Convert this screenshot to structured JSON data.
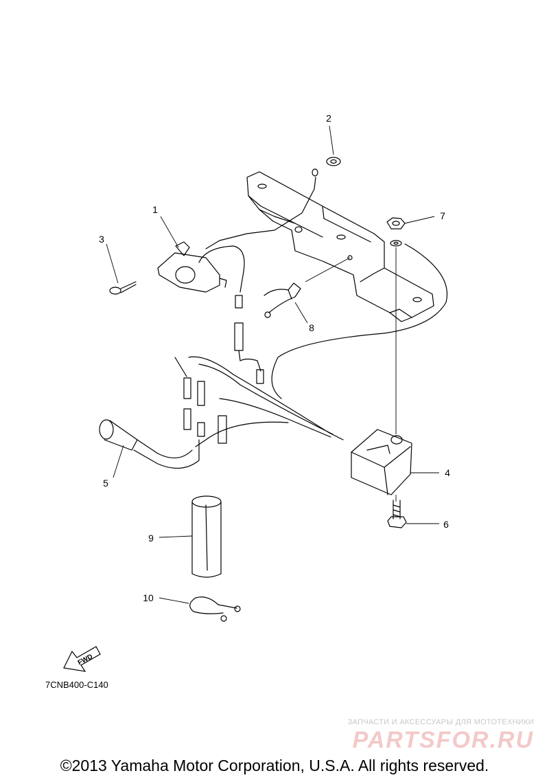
{
  "callouts": {
    "c1": "1",
    "c2": "2",
    "c3": "3",
    "c4": "4",
    "c5": "5",
    "c6": "6",
    "c7": "7",
    "c8": "8",
    "c9": "9",
    "c10": "10"
  },
  "fwd_label": "FWD",
  "drawing_code": "7CNB400-C140",
  "watermark_text": "ЗАПЧАСТИ И АКСЕССУАРЫ ДЛЯ МОТОТЕХНИКИ",
  "watermark_logo": "PARTSFOR.RU",
  "copyright": "©2013 Yamaha Motor Corporation, U.S.A. All rights reserved."
}
